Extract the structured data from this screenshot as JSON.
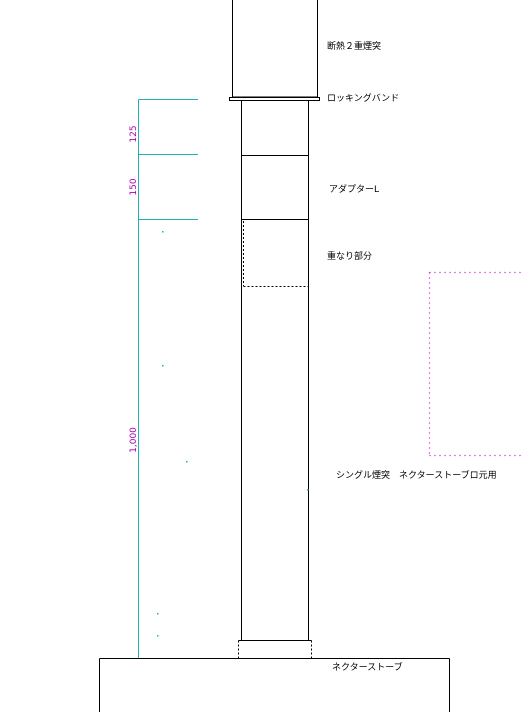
{
  "labels": {
    "double_wall_pipe": "断熱２重煙突",
    "locking_band": "ロッキングバンド",
    "adapter": "アダプターL",
    "overlap_section": "重なり部分",
    "single_wall_pipe": "シングル煙突　ネクターストーブロ元用",
    "stove": "ネクターストーブ"
  },
  "dimensions": {
    "d1": "125",
    "d2": "150",
    "d3": "1,000"
  },
  "colors": {
    "line": "#000000",
    "dimension_line": "#20b0b0",
    "dimension_text": "#b000b0",
    "hidden_outline": "#c000c0"
  }
}
